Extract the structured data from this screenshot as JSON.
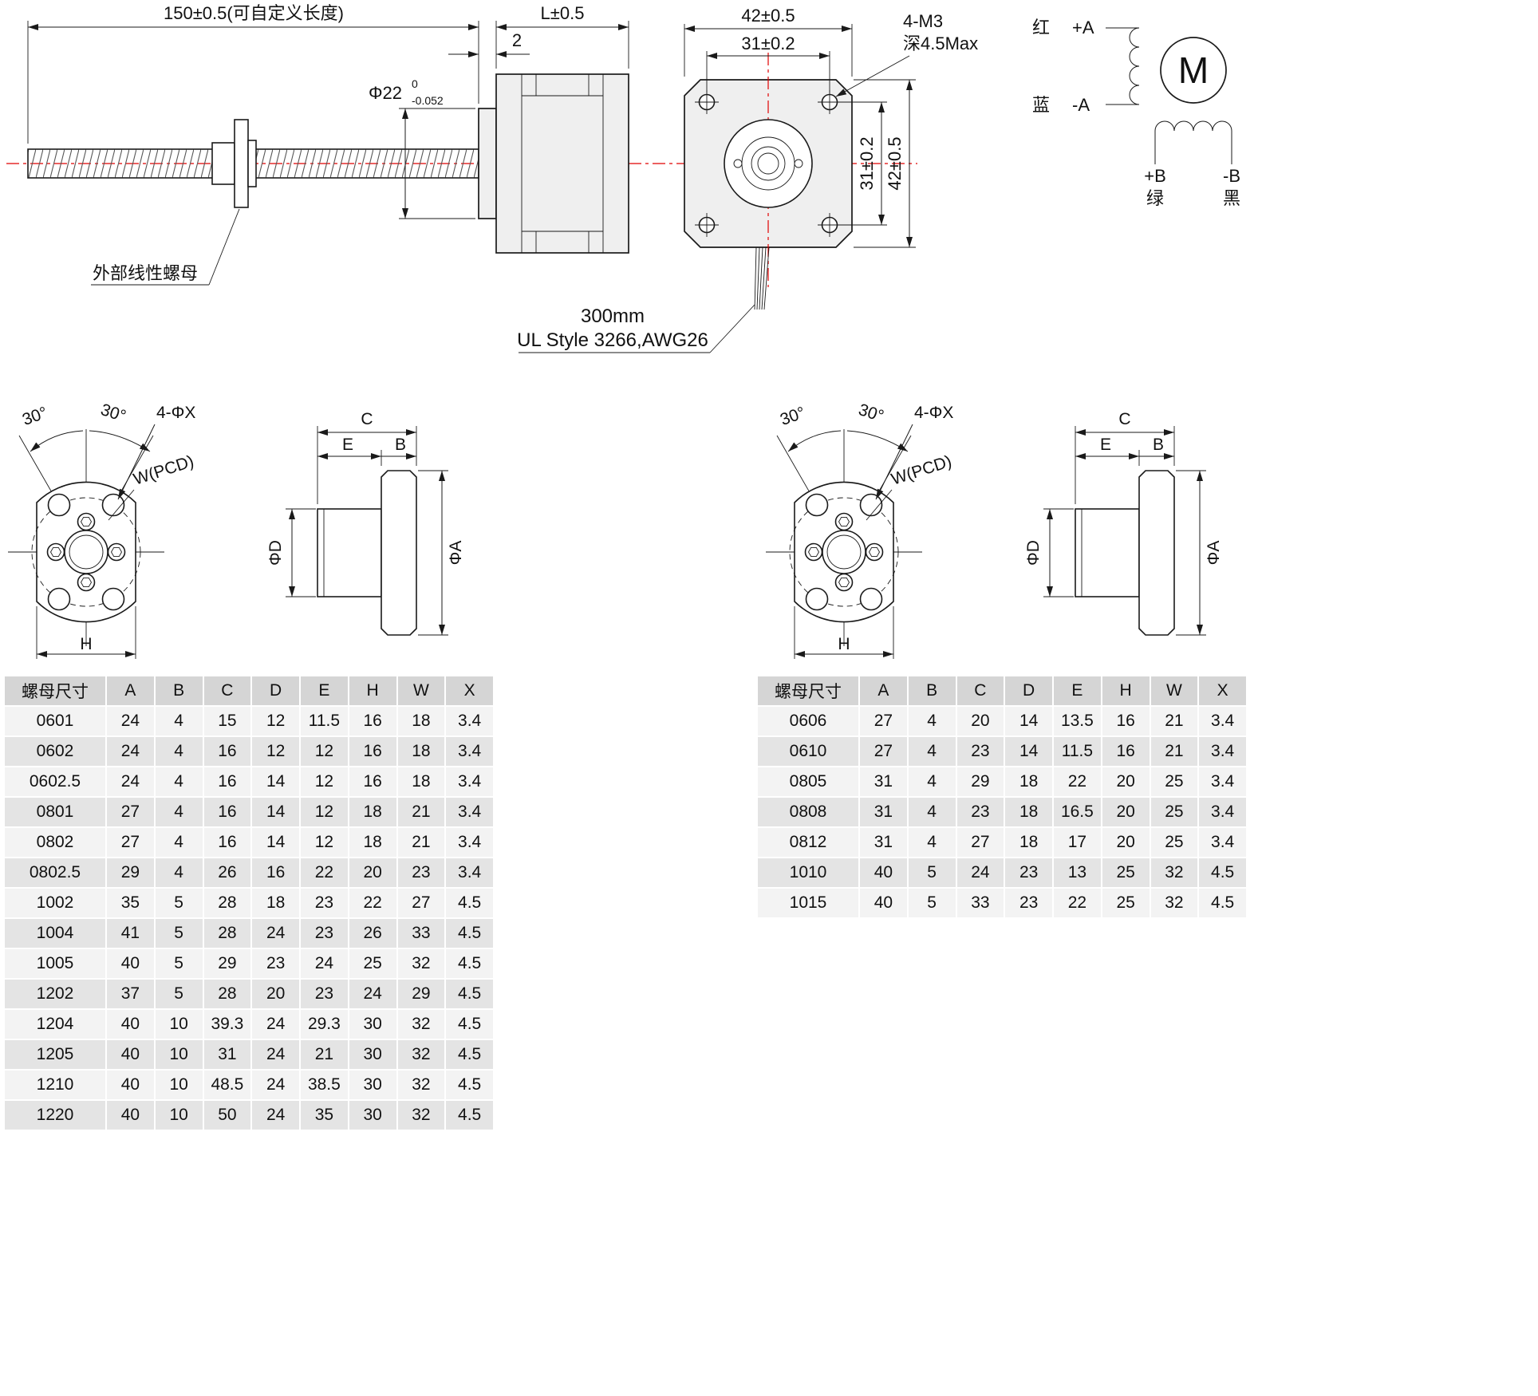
{
  "motor_drawing": {
    "screw_length_dim": "150±0.5(可自定义长度)",
    "body_length_dim": "L±0.5",
    "boss_thickness_dim": "2",
    "boss_diameter_dim": "Φ22",
    "boss_tol_upper": "0",
    "boss_tol_lower": "-0.052",
    "nut_label": "外部线性螺母",
    "face_width_dim": "42±0.5",
    "hole_spacing_dim": "31±0.2",
    "hole_spacing_v_dim": "31±0.2",
    "face_height_dim": "42±0.5",
    "mount_holes_label": "4-M3",
    "mount_depth_label": "深4.5Max",
    "wire_length": "300mm",
    "wire_spec": "UL Style 3266,AWG26"
  },
  "wiring": {
    "red_label": "红",
    "phase_a_plus": "+A",
    "blue_label": "蓝",
    "phase_a_minus": "-A",
    "motor_symbol": "M",
    "phase_b_plus": "+B",
    "green_label": "绿",
    "phase_b_minus": "-B",
    "black_label": "黑"
  },
  "flange_drawing": {
    "angle_left": "30°",
    "angle_right": "30°",
    "holes_label": "4-ΦX",
    "pcd_label": "W(PCD)",
    "dim_c": "C",
    "dim_e": "E",
    "dim_b": "B",
    "dim_d": "ΦD",
    "dim_a": "ΦA",
    "dim_h": "H"
  },
  "colors": {
    "centerline_red": "#e10000",
    "table_header_bg": "#d5d5d5",
    "table_row_light": "#f3f3f3",
    "table_row_dark": "#e4e4e4"
  },
  "left_table": {
    "headers": [
      "螺母尺寸",
      "A",
      "B",
      "C",
      "D",
      "E",
      "H",
      "W",
      "X"
    ],
    "rows": [
      [
        "0601",
        "24",
        "4",
        "15",
        "12",
        "11.5",
        "16",
        "18",
        "3.4"
      ],
      [
        "0602",
        "24",
        "4",
        "16",
        "12",
        "12",
        "16",
        "18",
        "3.4"
      ],
      [
        "0602.5",
        "24",
        "4",
        "16",
        "14",
        "12",
        "16",
        "18",
        "3.4"
      ],
      [
        "0801",
        "27",
        "4",
        "16",
        "14",
        "12",
        "18",
        "21",
        "3.4"
      ],
      [
        "0802",
        "27",
        "4",
        "16",
        "14",
        "12",
        "18",
        "21",
        "3.4"
      ],
      [
        "0802.5",
        "29",
        "4",
        "26",
        "16",
        "22",
        "20",
        "23",
        "3.4"
      ],
      [
        "1002",
        "35",
        "5",
        "28",
        "18",
        "23",
        "22",
        "27",
        "4.5"
      ],
      [
        "1004",
        "41",
        "5",
        "28",
        "24",
        "23",
        "26",
        "33",
        "4.5"
      ],
      [
        "1005",
        "40",
        "5",
        "29",
        "23",
        "24",
        "25",
        "32",
        "4.5"
      ],
      [
        "1202",
        "37",
        "5",
        "28",
        "20",
        "23",
        "24",
        "29",
        "4.5"
      ],
      [
        "1204",
        "40",
        "10",
        "39.3",
        "24",
        "29.3",
        "30",
        "32",
        "4.5"
      ],
      [
        "1205",
        "40",
        "10",
        "31",
        "24",
        "21",
        "30",
        "32",
        "4.5"
      ],
      [
        "1210",
        "40",
        "10",
        "48.5",
        "24",
        "38.5",
        "30",
        "32",
        "4.5"
      ],
      [
        "1220",
        "40",
        "10",
        "50",
        "24",
        "35",
        "30",
        "32",
        "4.5"
      ]
    ]
  },
  "right_table": {
    "headers": [
      "螺母尺寸",
      "A",
      "B",
      "C",
      "D",
      "E",
      "H",
      "W",
      "X"
    ],
    "rows": [
      [
        "0606",
        "27",
        "4",
        "20",
        "14",
        "13.5",
        "16",
        "21",
        "3.4"
      ],
      [
        "0610",
        "27",
        "4",
        "23",
        "14",
        "11.5",
        "16",
        "21",
        "3.4"
      ],
      [
        "0805",
        "31",
        "4",
        "29",
        "18",
        "22",
        "20",
        "25",
        "3.4"
      ],
      [
        "0808",
        "31",
        "4",
        "23",
        "18",
        "16.5",
        "20",
        "25",
        "3.4"
      ],
      [
        "0812",
        "31",
        "4",
        "27",
        "18",
        "17",
        "20",
        "25",
        "3.4"
      ],
      [
        "1010",
        "40",
        "5",
        "24",
        "23",
        "13",
        "25",
        "32",
        "4.5"
      ],
      [
        "1015",
        "40",
        "5",
        "33",
        "23",
        "22",
        "25",
        "32",
        "4.5"
      ]
    ]
  }
}
